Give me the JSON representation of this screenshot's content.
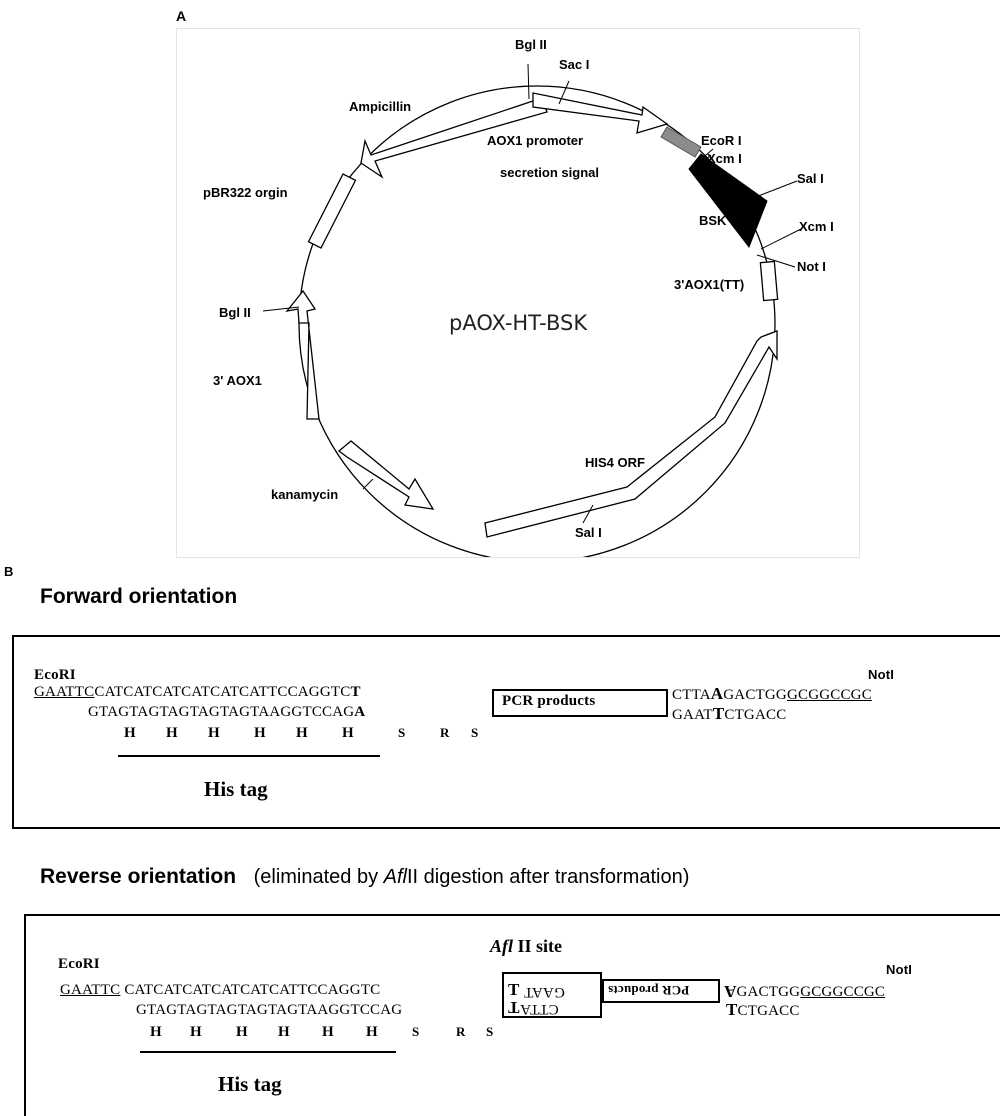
{
  "panel_a": {
    "label": "A",
    "plasmid_name": "pAOX-HT-BSK",
    "labels": {
      "bgl_top": "Bgl II",
      "sac": "Sac I",
      "ampicillin": "Ampicillin",
      "aox_promoter": "AOX1 promoter",
      "ecori": "EcoR I",
      "xcm1": "Xcm I",
      "secretion": "secretion signal",
      "sal1": "Sal I",
      "bsk": "BSK",
      "xcm2": "Xcm I",
      "noti": "Not I",
      "aox_tt": "3'AOX1(TT)",
      "pbr": "pBR322 orgin",
      "bgl_left": "Bgl II",
      "aox3": "3' AOX1",
      "his4": "HIS4 ORF",
      "kanamycin": "kanamycin",
      "sal2": "Sal I"
    }
  },
  "panel_b": {
    "label": "B",
    "forward": {
      "title": "Forward orientation",
      "ecori": "EcoRI",
      "noti": "NotI",
      "top_ecori_site": "GAATTC",
      "top_seq": "CATCATCATCATCATCATTCCAGGTC",
      "top_T": "T",
      "pcr": "PCR products",
      "right_top_pre": "CTTA",
      "right_top_A": "A",
      "right_top_post": "GACTGG",
      "right_top_notsite": "GCGGCCGC",
      "bottom_seq": "GTAGTAGTAGTAGTAGTAAGGTCCAG",
      "bottom_A": "A",
      "right_bottom_pre": "GAAT",
      "right_bottom_T": "T",
      "right_bottom_post": "CTGACC",
      "amino_acids": [
        "H",
        "H",
        "H",
        "H",
        "H",
        "H",
        "S",
        "R",
        "S"
      ],
      "his_tag": "His tag"
    },
    "reverse": {
      "title_bold": "Reverse orientation",
      "title_paren_pre": "(eliminated by ",
      "title_italic": "Afl",
      "title_paren_post": "II digestion after transformation)",
      "site_italic": "Afl",
      "site_rest": " II site",
      "ecori": "EcoRI",
      "noti": "NotI",
      "top_ecori_site": "GAATTC",
      "top_seq": "CATCATCATCATCATCATTCCAGGTC",
      "box_top_T": "T",
      "box_top_flip": "GAAT",
      "box_bottom_flip": "CTTA",
      "pcr_flip": "PCR products",
      "right_top_flip_A": "A",
      "right_top_post": "GACTGG",
      "right_top_notsite": "GCGGCCGC",
      "bottom_seq": "GTAGTAGTAGTAGTAGTAAGGTCCAG",
      "right_bottom_T": "T",
      "right_bottom_post": "CTGACC",
      "amino_acids": [
        "H",
        "H",
        "H",
        "H",
        "H",
        "H",
        "S",
        "R",
        "S"
      ],
      "his_tag": "His tag"
    }
  }
}
